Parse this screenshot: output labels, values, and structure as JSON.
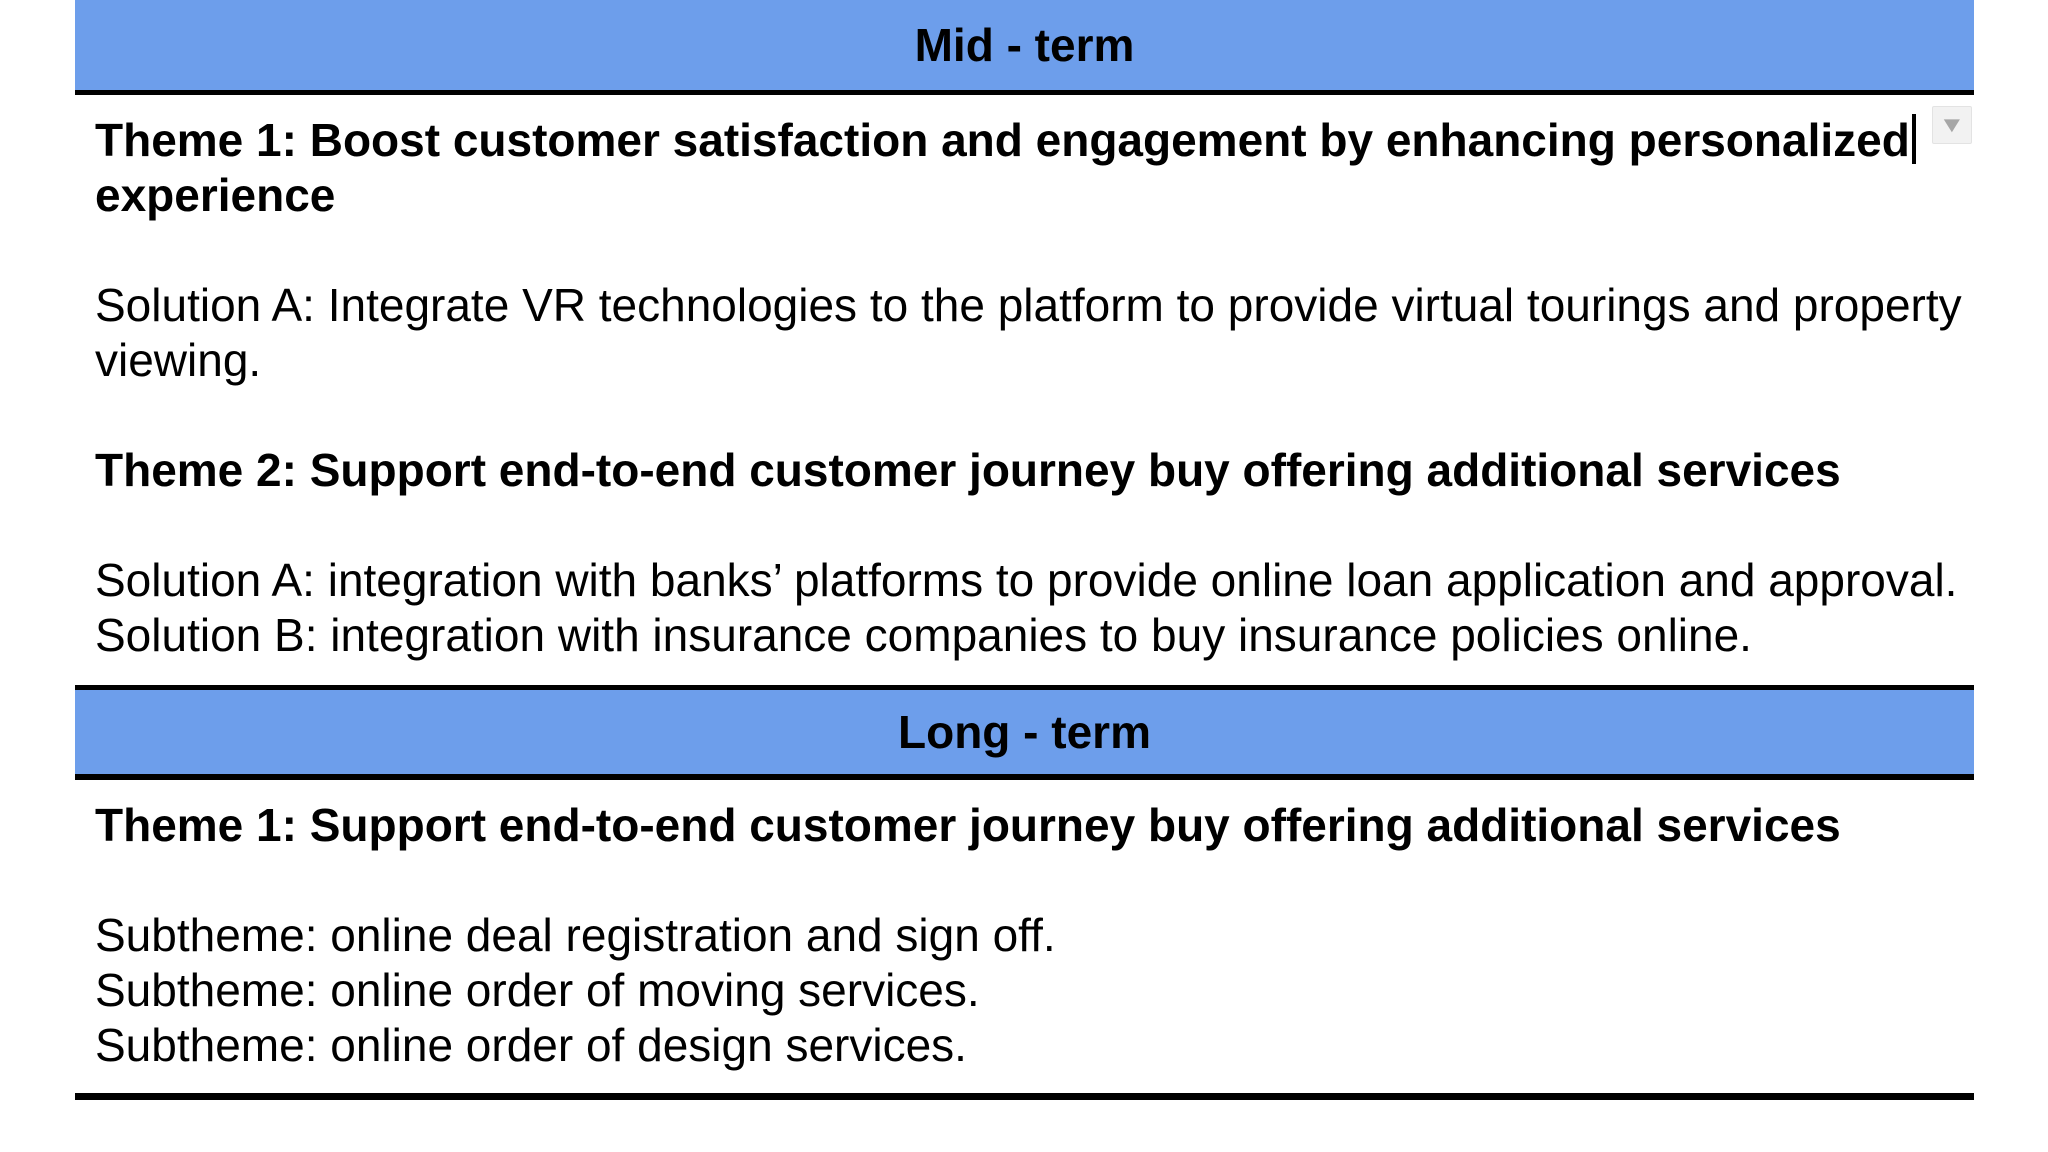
{
  "colors": {
    "header_blue": "#6d9eeb",
    "border_black": "#000000",
    "text_black": "#000000",
    "icon_bg": "#f2f2f2",
    "icon_border": "#e3e3e3",
    "icon_arrow": "#a6a6a6",
    "page_bg": "#ffffff"
  },
  "icons": {
    "dropdown": "▼"
  },
  "editor": {
    "cursor_after": "personalized"
  },
  "mid_term": {
    "header": "Mid - term",
    "theme1_line1": "Theme 1: Boost customer satisfaction and engagement by enhancing personalized",
    "theme1_line2": "experience",
    "solution_a_line1": "Solution A: Integrate VR technologies to the platform to provide virtual tourings and property",
    "solution_a_line2": "viewing.",
    "theme2": "Theme 2: Support end-to-end customer journey buy offering additional services",
    "solution_a2": "Solution A: integration with banks’ platforms to provide online loan application and approval.",
    "solution_b2": "Solution B: integration with insurance companies to buy insurance policies online."
  },
  "long_term": {
    "header": "Long - term",
    "theme1": "Theme 1: Support end-to-end customer journey buy offering additional services",
    "subtheme1": "Subtheme: online deal registration and sign off.",
    "subtheme2": "Subtheme: online order of moving services.",
    "subtheme3": "Subtheme: online order of design services."
  }
}
